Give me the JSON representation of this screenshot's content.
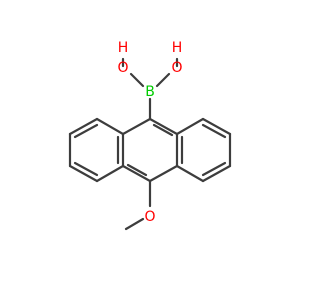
{
  "molecule": {
    "atoms": {
      "boron": {
        "label": "B",
        "color": "#00cc00"
      },
      "oh_left_o": {
        "label": "O",
        "color": "#ff0000"
      },
      "oh_left_h": {
        "label": "H",
        "color": "#ff0000"
      },
      "oh_right_o": {
        "label": "O",
        "color": "#ff0000"
      },
      "oh_right_h": {
        "label": "H",
        "color": "#ff0000"
      },
      "methoxy_o": {
        "label": "O",
        "color": "#ff0000"
      }
    },
    "bond_color": "#3d3d3d"
  }
}
